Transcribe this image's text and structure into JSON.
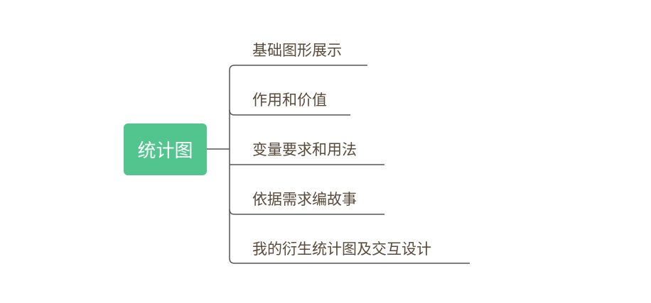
{
  "colors": {
    "root_fill": "#52c58e",
    "root_text": "#ffffff",
    "branch_text": "#5a4a3a",
    "connector": "#555555"
  },
  "root": {
    "label": "统计图"
  },
  "branches": [
    {
      "label": "基础图形展示"
    },
    {
      "label": "作用和价值"
    },
    {
      "label": "变量要求和用法"
    },
    {
      "label": "依据需求编故事"
    },
    {
      "label": "我的衍生统计图及交互设计"
    }
  ]
}
